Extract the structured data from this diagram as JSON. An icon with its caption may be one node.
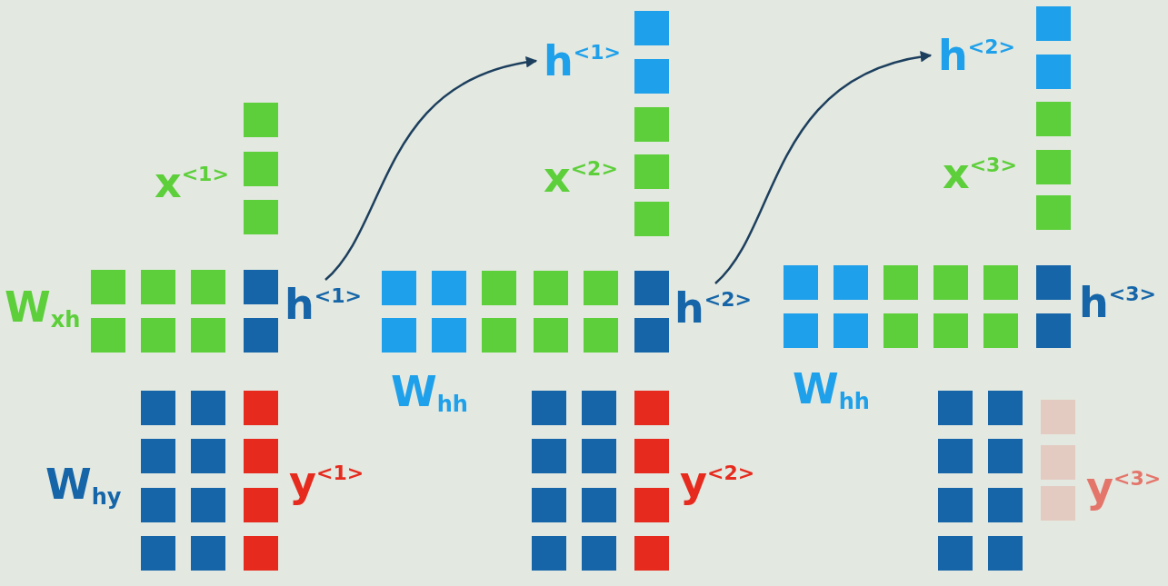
{
  "diagram": {
    "nodes": [
      {
        "text": [
          "h$^{<1>}$"
        ]
      },
      {
        "text": [
          "h$^{<1>}$"
        ]
      },
      {
        "text": [
          "h$^{<2>}$"
        ]
      },
      {
        "text": [
          "h$^{<2>}$"
        ]
      }
    ],
    "edges": [
      {
        "from": 0,
        "to": 1,
        "arrow": "to"
      },
      {
        "from": 2,
        "to": 3,
        "arrow": "to"
      }
    ],
    "labels": [
      "x$^{<1>}$",
      "W$_{xh}$",
      "W$_{hy}$",
      "y$^{<1>}$",
      "x$^{<2>}$",
      "W$_{hh}$",
      "y$^{<2>}$",
      "x$^{<3>}$",
      "h$^{<3>}$",
      "W$_{hh}$",
      "y$^{<3>}$"
    ]
  }
}
